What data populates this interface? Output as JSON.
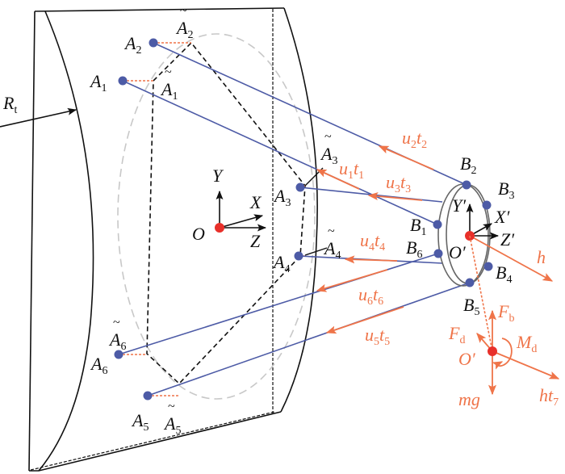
{
  "colors": {
    "structure": "#111111",
    "cable": "#4d5ba6",
    "force": "#ef7449",
    "origin": "#e8302a",
    "ellipse": "#c8c8c8",
    "ring": "#666666"
  },
  "labels": {
    "Rt": {
      "main": "R",
      "sub": "t"
    },
    "A1": {
      "main": "A",
      "sub": "1"
    },
    "A2": {
      "main": "A",
      "sub": "2"
    },
    "A3": {
      "main": "A",
      "sub": "3"
    },
    "A4": {
      "main": "A",
      "sub": "4"
    },
    "A5": {
      "main": "A",
      "sub": "5"
    },
    "A6": {
      "main": "A",
      "sub": "6"
    },
    "At1": {
      "main": "A",
      "sub": "1",
      "tilde": "~"
    },
    "At2": {
      "main": "A",
      "sub": "2",
      "tilde": "~"
    },
    "At3": {
      "main": "A",
      "sub": "3",
      "tilde": "~"
    },
    "At4": {
      "main": "A",
      "sub": "4",
      "tilde": "~"
    },
    "At5": {
      "main": "A",
      "sub": "5",
      "tilde": "~"
    },
    "At6": {
      "main": "A",
      "sub": "6",
      "tilde": "~"
    },
    "B1": {
      "main": "B",
      "sub": "1"
    },
    "B2": {
      "main": "B",
      "sub": "2"
    },
    "B3": {
      "main": "B",
      "sub": "3"
    },
    "B4": {
      "main": "B",
      "sub": "4"
    },
    "B5": {
      "main": "B",
      "sub": "5"
    },
    "B6": {
      "main": "B",
      "sub": "6"
    },
    "O": "O",
    "X": "X",
    "Y": "Y",
    "Z": "Z",
    "Op": "O′",
    "Xp": "X′",
    "Yp": "Y′",
    "Zp": "Z′",
    "Op2": "O′",
    "h": "h",
    "mg": "mg",
    "Fb": {
      "main": "F",
      "sub": "b"
    },
    "Fd": {
      "main": "F",
      "sub": "d"
    },
    "Md": {
      "main": "M",
      "sub": "d"
    },
    "ht7": {
      "main": "ht",
      "sub": "7"
    },
    "u1t1": {
      "a": "u",
      "as": "1",
      "b": "t",
      "bs": "1"
    },
    "u2t2": {
      "a": "u",
      "as": "2",
      "b": "t",
      "bs": "2"
    },
    "u3t3": {
      "a": "u",
      "as": "3",
      "b": "t",
      "bs": "3"
    },
    "u4t4": {
      "a": "u",
      "as": "4",
      "b": "t",
      "bs": "4"
    },
    "u5t5": {
      "a": "u",
      "as": "5",
      "b": "t",
      "bs": "5"
    },
    "u6t6": {
      "a": "u",
      "as": "6",
      "b": "t",
      "bs": "6"
    }
  }
}
